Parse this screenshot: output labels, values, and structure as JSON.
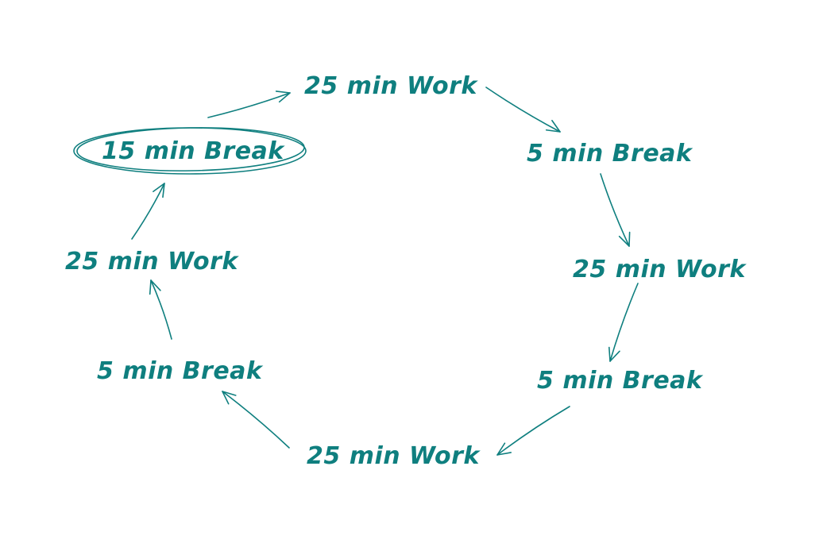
{
  "diagram": {
    "color": "#0f7f7f",
    "nodes": [
      {
        "id": "n1",
        "label": "25 min Work"
      },
      {
        "id": "n2",
        "label": "5 min Break"
      },
      {
        "id": "n3",
        "label": "25 min Work"
      },
      {
        "id": "n4",
        "label": "5 min Break"
      },
      {
        "id": "n5",
        "label": "25 min Work"
      },
      {
        "id": "n6",
        "label": "5 min Break"
      },
      {
        "id": "n7",
        "label": "25 min Work"
      },
      {
        "id": "n8",
        "label": "15 min Break",
        "highlighted": true
      }
    ],
    "edges": [
      {
        "from": "n1",
        "to": "n2"
      },
      {
        "from": "n2",
        "to": "n3"
      },
      {
        "from": "n3",
        "to": "n4"
      },
      {
        "from": "n4",
        "to": "n5"
      },
      {
        "from": "n5",
        "to": "n6"
      },
      {
        "from": "n6",
        "to": "n7"
      },
      {
        "from": "n7",
        "to": "n8"
      },
      {
        "from": "n8",
        "to": "n1"
      }
    ]
  }
}
